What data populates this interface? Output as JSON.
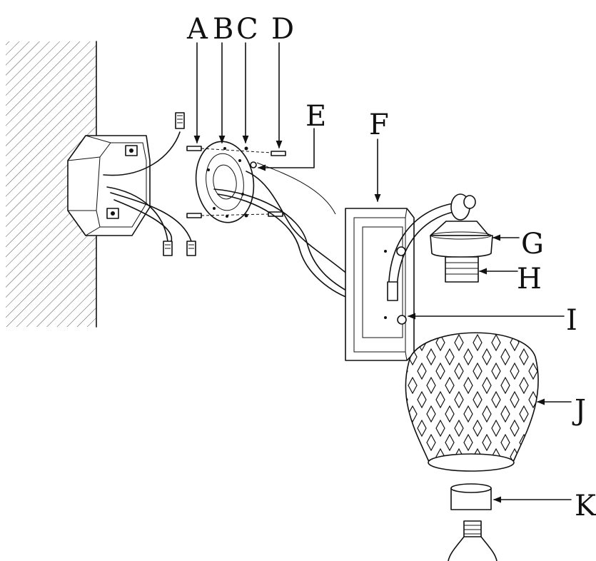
{
  "labels": {
    "a": "A",
    "b": "B",
    "c": "C",
    "d": "D",
    "e": "E",
    "f": "F",
    "g": "G",
    "h": "H",
    "i": "I",
    "j": "J",
    "k": "K"
  }
}
